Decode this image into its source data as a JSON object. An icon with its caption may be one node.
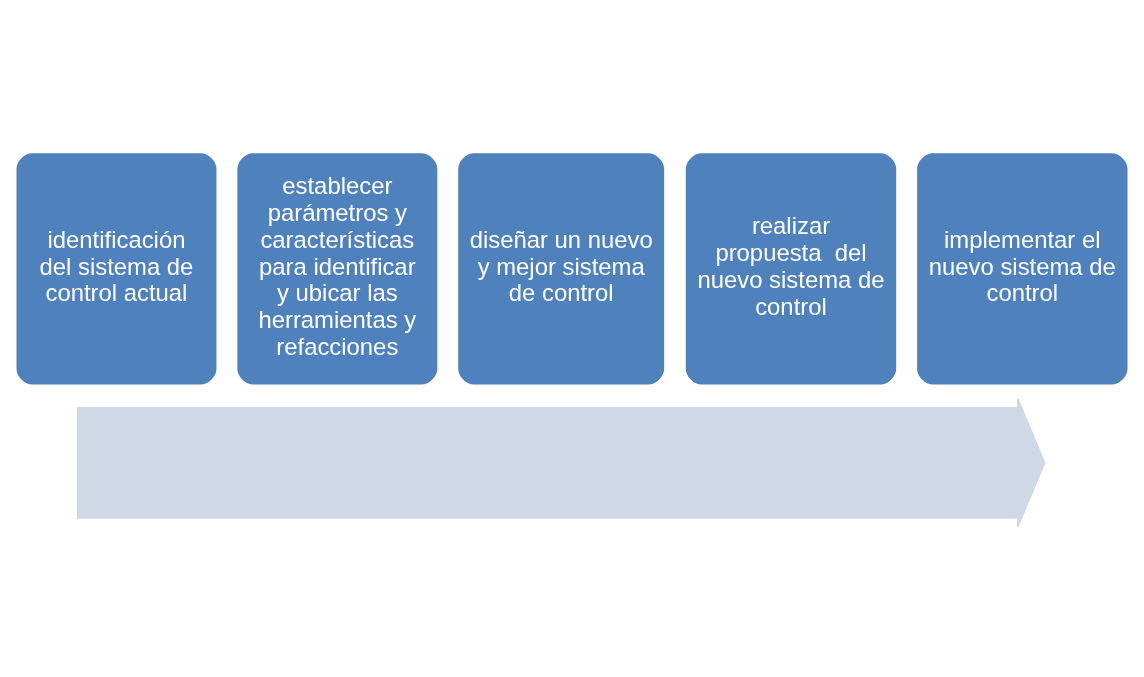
{
  "diagram": {
    "nodes": [
      {
        "text": [],
        "shape": "arrow"
      },
      {
        "text": [
          "identificación del sistema de control actual"
        ]
      },
      {
        "text": [
          "establecer parámetros y características para identificar y ubicar las herramientas y refacciones"
        ]
      },
      {
        "text": [
          "diseñar un nuevo y mejor sistema de control"
        ]
      },
      {
        "text": [
          "realizar propuesta  del nuevo sistema de control"
        ]
      },
      {
        "text": [
          "implementar el nuevo sistema de control"
        ]
      }
    ]
  }
}
